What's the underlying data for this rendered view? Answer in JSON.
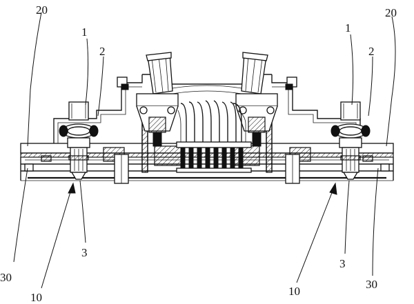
{
  "labels": {
    "part_20_left": "20",
    "part_1_left": "1",
    "part_2_left": "2",
    "part_30_left": "30",
    "part_10_left": "10",
    "part_3_left": "3",
    "part_20_right": "20",
    "part_1_right": "1",
    "part_2_right": "2",
    "part_30_right": "30",
    "part_10_right": "10",
    "part_3_right": "3"
  }
}
